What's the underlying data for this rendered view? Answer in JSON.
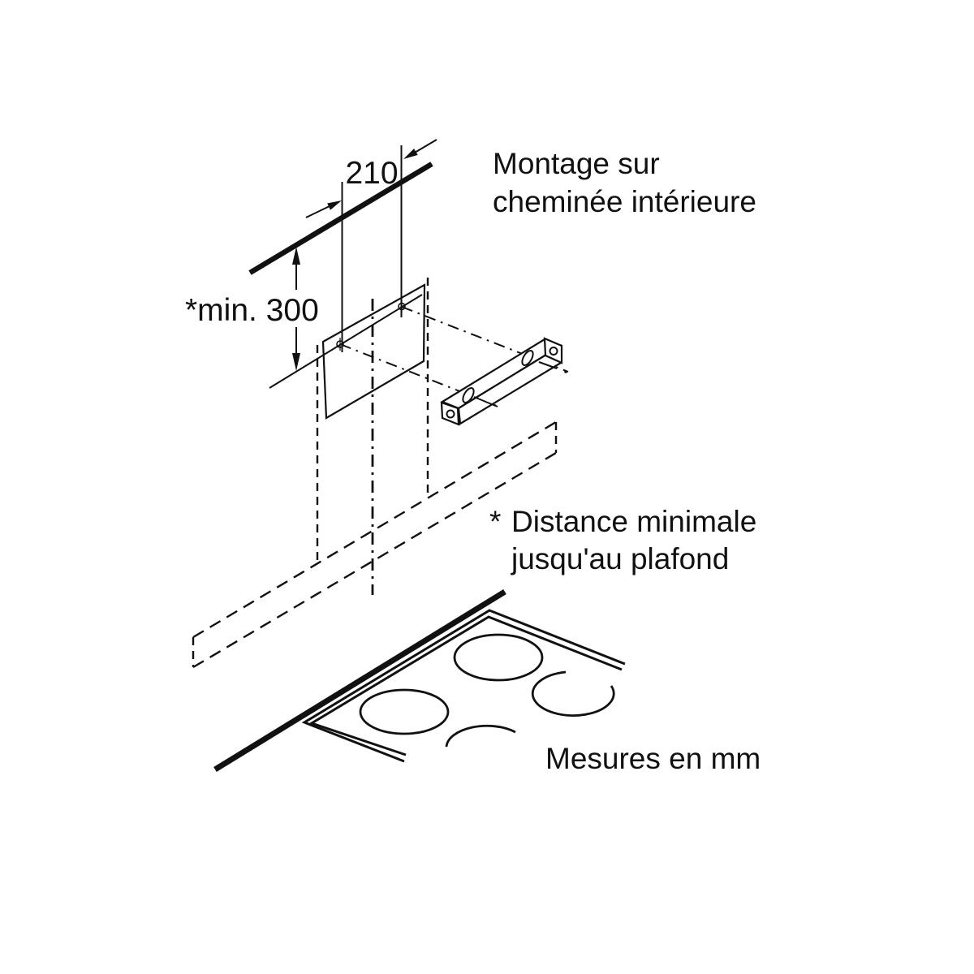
{
  "diagram": {
    "title": {
      "line1": "Montage sur",
      "line2": "cheminée intérieure"
    },
    "dimension_210": {
      "value": "210"
    },
    "min_distance": {
      "label": "*min. 300"
    },
    "footnote": {
      "marker": "*",
      "line1": "Distance minimale",
      "line2": "jusqu'au plafond"
    },
    "units_note": "Mesures en mm",
    "colors": {
      "ink": "#111111",
      "paper": "#ffffff"
    }
  }
}
